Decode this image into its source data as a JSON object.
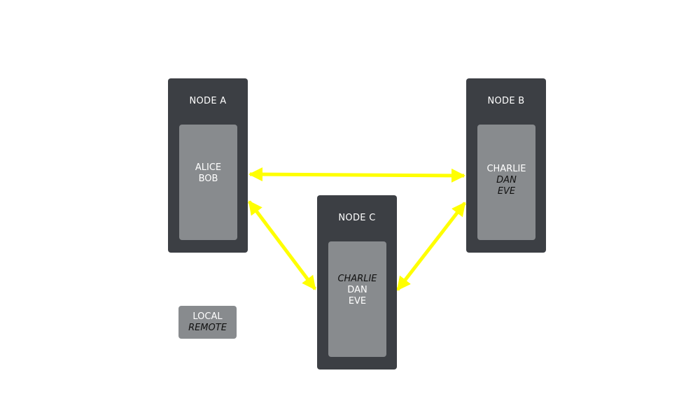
{
  "nodes": [
    {
      "id": "a",
      "title": "NODE A",
      "entries": [
        {
          "name": "ALICE",
          "type": "local"
        },
        {
          "name": "BOB",
          "type": "local"
        }
      ]
    },
    {
      "id": "b",
      "title": "NODE B",
      "entries": [
        {
          "name": "CHARLIE",
          "type": "local"
        },
        {
          "name": "DAN",
          "type": "remote"
        },
        {
          "name": "EVE",
          "type": "remote"
        }
      ]
    },
    {
      "id": "c",
      "title": "NODE C",
      "entries": [
        {
          "name": "CHARLIE",
          "type": "remote"
        },
        {
          "name": "DAN",
          "type": "local"
        },
        {
          "name": "EVE",
          "type": "local"
        }
      ]
    }
  ],
  "connections": [
    {
      "from": "NODE A",
      "to": "NODE B",
      "bidirectional": true
    },
    {
      "from": "NODE A",
      "to": "NODE C",
      "bidirectional": true
    },
    {
      "from": "NODE B",
      "to": "NODE C",
      "bidirectional": true
    }
  ],
  "legend": {
    "local": "LOCAL",
    "remote": "REMOTE"
  },
  "colors": {
    "node_bg": "#3c3f44",
    "inner_bg": "#888b8e",
    "arrow": "#ffff00",
    "local_text": "#ffffff",
    "remote_text": "#111111"
  }
}
